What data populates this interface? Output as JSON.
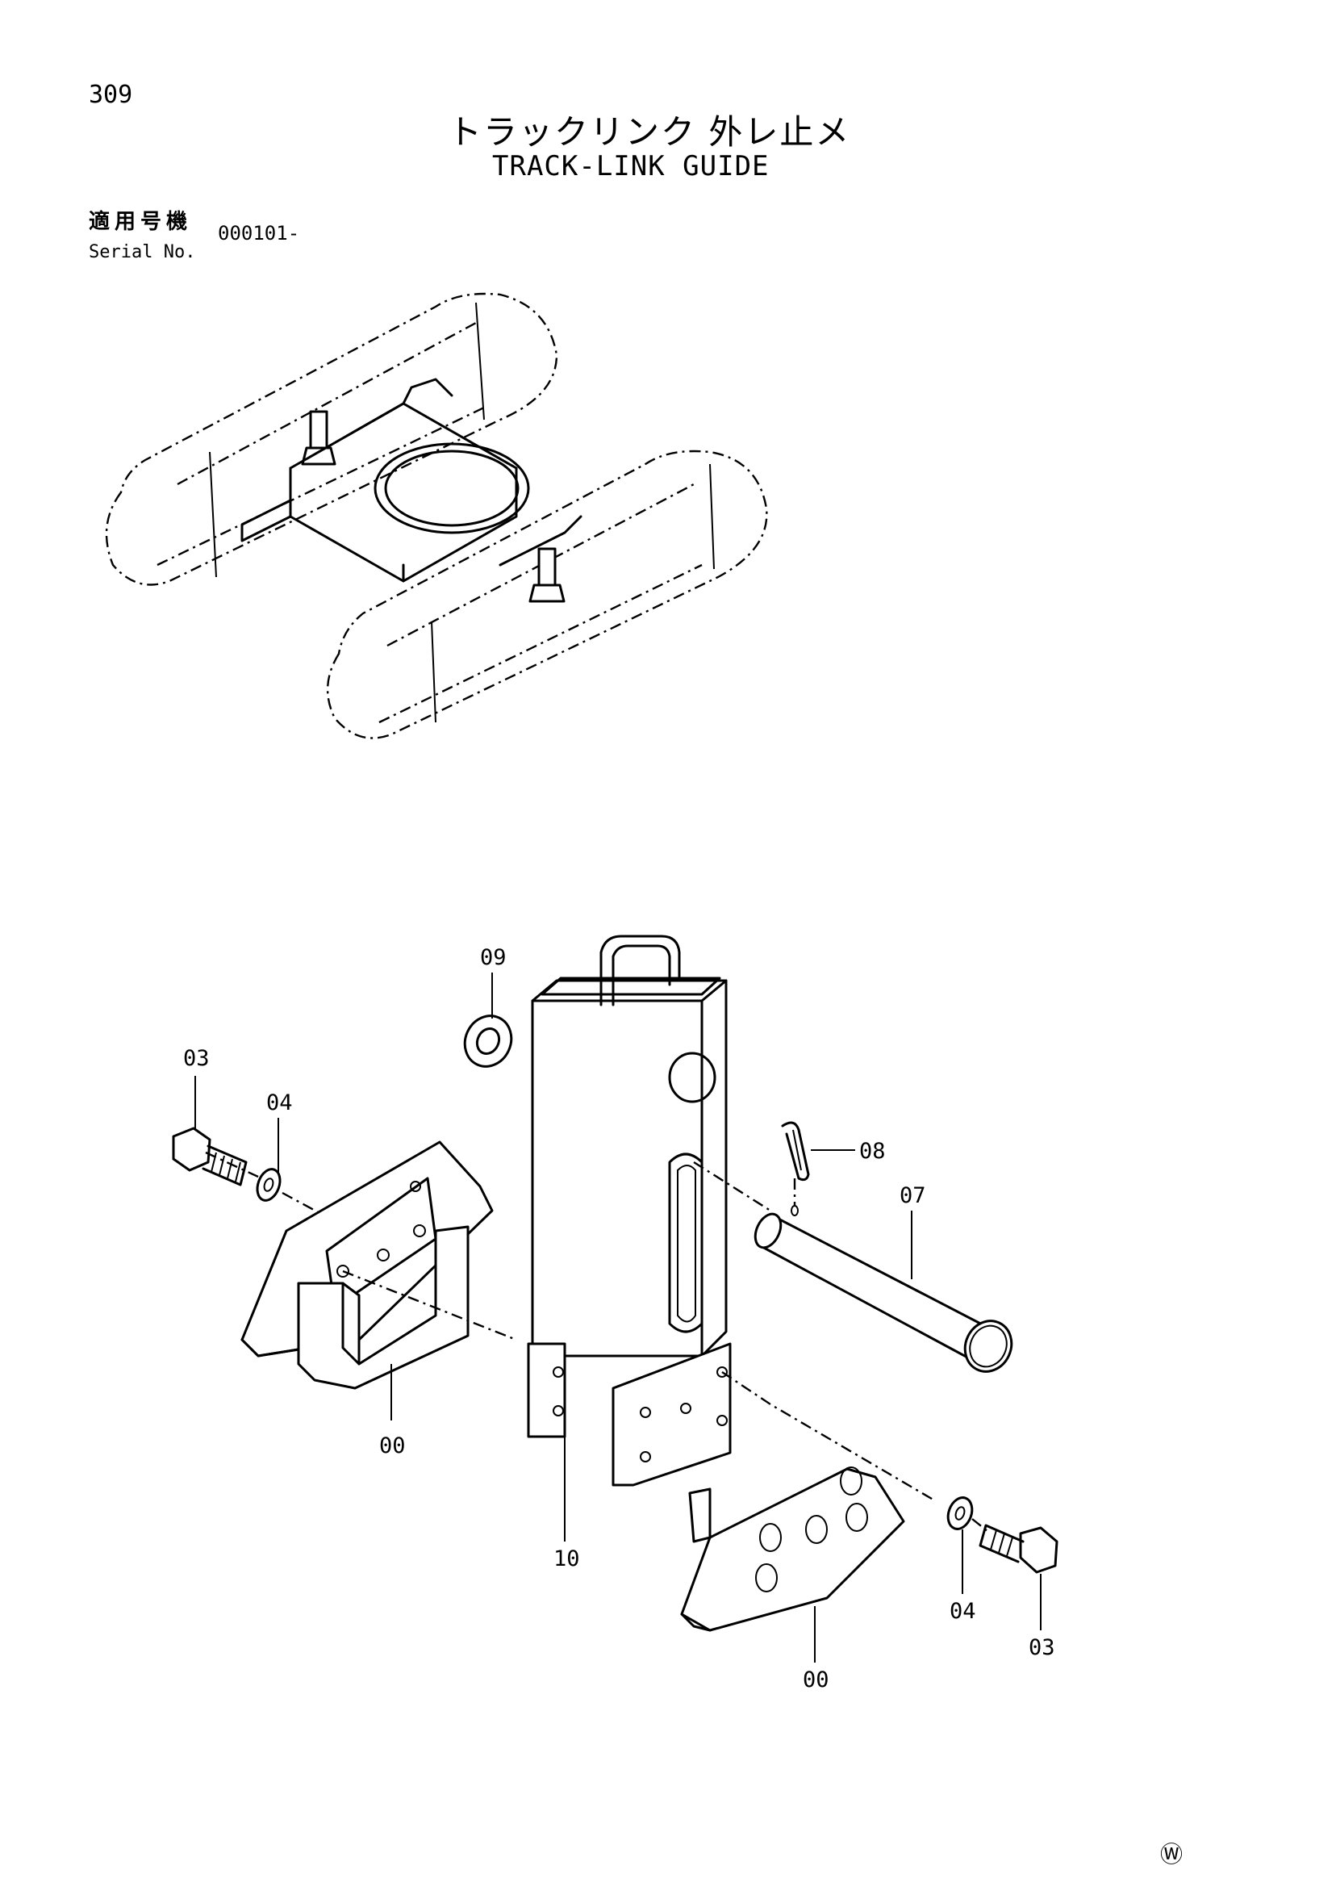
{
  "header": {
    "page_number": "309",
    "title_jp": "トラックリンク 外レ止メ",
    "title_en": "TRACK-LINK GUIDE",
    "serial_label_jp": "適用号機",
    "serial_label_en": "Serial No.",
    "serial_value": "000101-"
  },
  "callouts": {
    "c09": "09",
    "c03_left": "03",
    "c04_left": "04",
    "c08": "08",
    "c07": "07",
    "c00_left": "00",
    "c10": "10",
    "c04_right": "04",
    "c03_right": "03",
    "c00_right": "00"
  },
  "footer": {
    "mark": "Ⓦ"
  }
}
